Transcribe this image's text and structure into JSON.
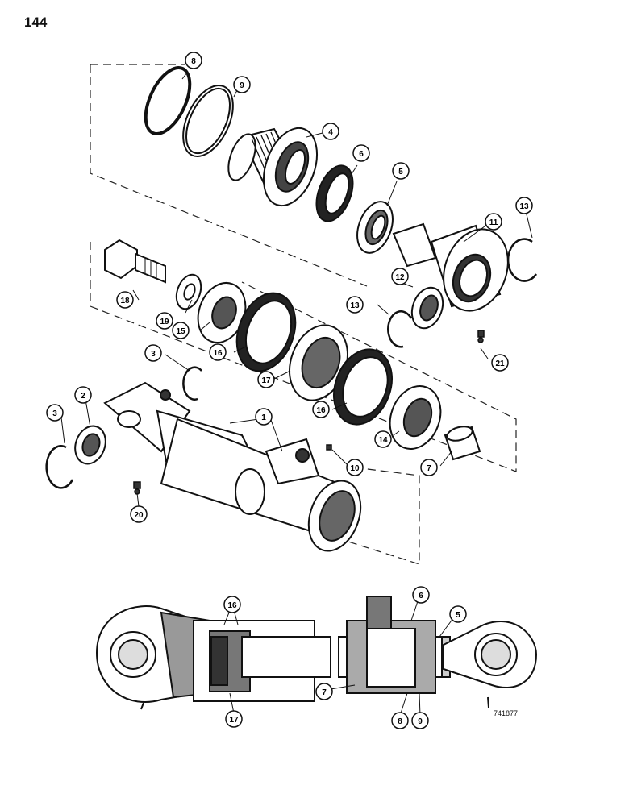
{
  "page_number": "144",
  "figure_id": "741877",
  "callouts": {
    "c1": "1",
    "c2": "2",
    "c3a": "3",
    "c3b": "3",
    "c4": "4",
    "c5": "5",
    "c6": "6",
    "c7": "7",
    "c8": "8",
    "c9": "9",
    "c10": "10",
    "c11": "11",
    "c12": "12",
    "c13a": "13",
    "c13b": "13",
    "c14": "14",
    "c15": "15",
    "c16a": "16",
    "c16b": "16",
    "c17": "17",
    "c18": "18",
    "c19": "19",
    "c20": "20",
    "c21": "21",
    "s16": "16",
    "s6": "6",
    "s5": "5",
    "s17": "17",
    "s7": "7",
    "s8": "8",
    "s9": "9"
  }
}
